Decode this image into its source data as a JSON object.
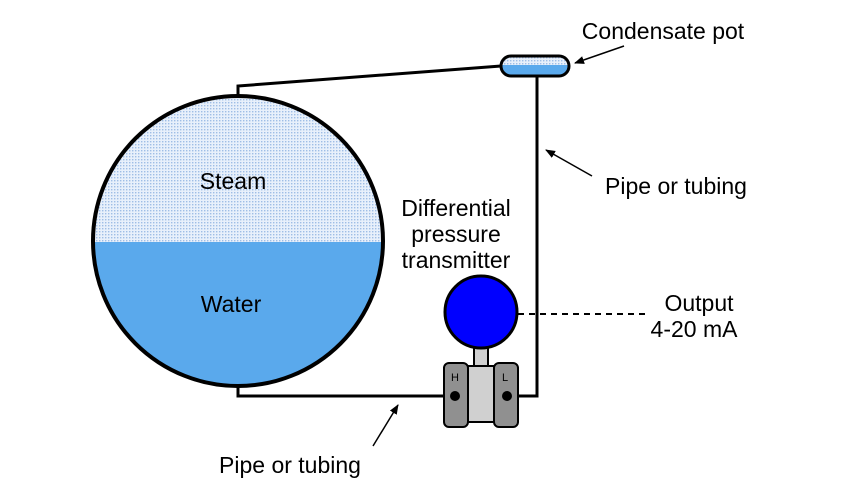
{
  "labels": {
    "steam": "Steam",
    "water": "Water",
    "condensate_pot": "Condensate pot",
    "pipe_upper": "Pipe or tubing",
    "pipe_lower": "Pipe or tubing",
    "transmitter_line1": "Differential",
    "transmitter_line2": "pressure",
    "transmitter_line3": "transmitter",
    "output_line1": "Output",
    "output_line2": "4-20 mA",
    "high_port": "H",
    "low_port": "L"
  },
  "colors": {
    "steam": "#d9e7f7",
    "water": "#5aa9ec",
    "transmitter_head": "#0000ff",
    "transmitter_body": "#d0d0d0",
    "capsule": "#909090",
    "condensate_fill": "#5aa9ec",
    "line": "#000000"
  }
}
